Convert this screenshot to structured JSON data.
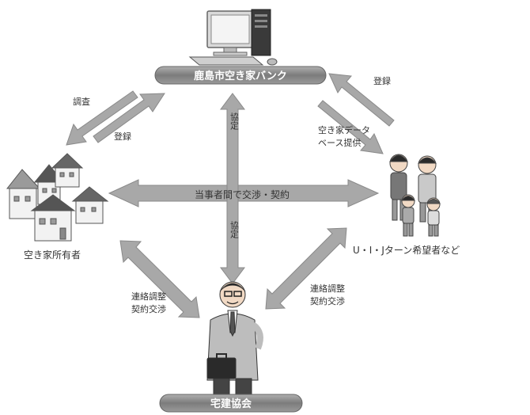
{
  "nodes": {
    "bank": "鹿島市空き家バンク",
    "owners": "空き家所有者",
    "seekers": "U・I・Jターン希望者など",
    "realtor": "宅建協会"
  },
  "edges": {
    "survey": "調査",
    "register_left": "登録",
    "register_right": "登録",
    "database": [
      "空き家データ",
      "ベース提供"
    ],
    "agreement_top": "協定",
    "agreement_bottom": "協定",
    "negotiation": "当事者間で交渉・契約",
    "coord_left": [
      "連絡調整",
      "契約交渉"
    ],
    "coord_right": [
      "連絡調整",
      "契約交渉"
    ]
  },
  "colors": {
    "arrow": "#a8a8a8",
    "pill": "#8a8a8a",
    "text": "#333333"
  }
}
